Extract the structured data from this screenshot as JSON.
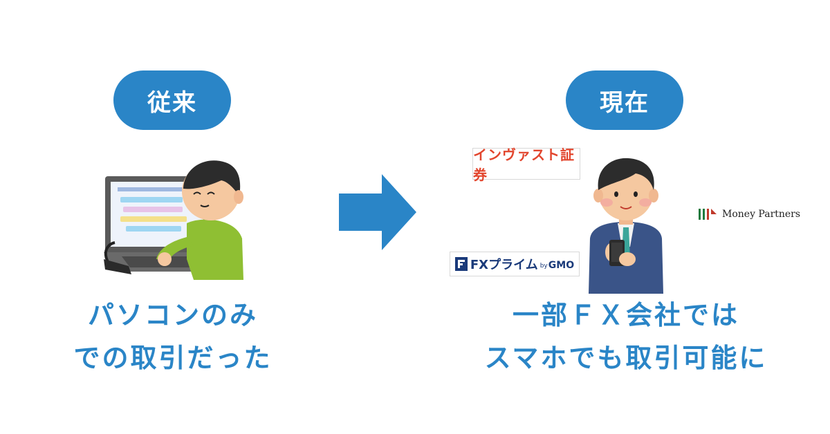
{
  "colors": {
    "accent": "#2a85c7",
    "text_blue": "#2a85c7"
  },
  "left": {
    "badge": "従来",
    "caption_line1": "パソコンのみ",
    "caption_line2": "での取引だった"
  },
  "right": {
    "badge": "現在",
    "caption_line1": "一部ＦＸ会社では",
    "caption_line2": "スマホでも取引可能に"
  },
  "logos": {
    "invast": "インヴァスト証券",
    "fxprime_main": "FXプライム",
    "fxprime_by": "by",
    "fxprime_gmo": "GMO",
    "money_partners": "Money Partners"
  },
  "icons": {
    "arrow": "right-arrow-icon",
    "pc_person": "pc-user-illustration",
    "phone_person": "smartphone-user-illustration"
  }
}
